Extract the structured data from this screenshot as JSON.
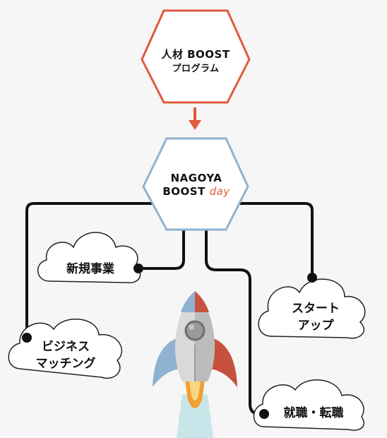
{
  "top_hex": {
    "line1": "人材 BOOST",
    "line2": "プログラム",
    "border_color": "#e05a3c"
  },
  "center_hex": {
    "line1": "NAGOYA",
    "line2_main": "BOOST",
    "line2_accent": "day",
    "border_color": "#8fb2d1",
    "accent_color": "#e05a3c"
  },
  "arrow_color": "#e05a3c",
  "branches": {
    "new_business": "新規事業",
    "startup_line1": "スタート",
    "startup_line2": "アップ",
    "matching_line1": "ビジネス",
    "matching_line2": "マッチング",
    "career": "就職・転職"
  },
  "colors": {
    "line": "#111111",
    "cloud_fill": "#ffffff",
    "cloud_stroke": "#222222",
    "rocket_body": "#d9d9d9",
    "rocket_fin_blue": "#8fb2d1",
    "rocket_fin_red": "#c6523e",
    "flame_orange": "#f0a030",
    "exhaust": "#bfe3e6"
  }
}
